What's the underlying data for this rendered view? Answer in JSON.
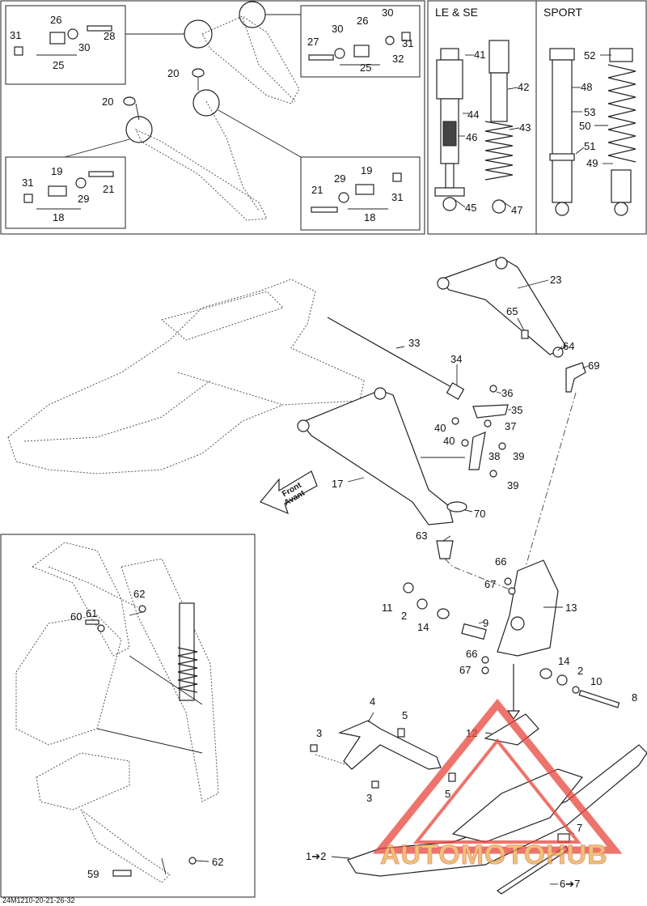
{
  "sections": {
    "le_se": "LE & SE",
    "sport": "SPORT"
  },
  "front_arrow": {
    "line1": "Front",
    "line2": "Avant"
  },
  "reference": "24M1210-20-21-26-32",
  "watermark": {
    "brand": "AUTOMOTOHUB",
    "accent_color": "#e8463c",
    "gold_color": "#e4b04a"
  },
  "callouts": [
    {
      "id": "c31a",
      "text": "31"
    },
    {
      "id": "c26a",
      "text": "26"
    },
    {
      "id": "c28",
      "text": "28"
    },
    {
      "id": "c30a",
      "text": "30"
    },
    {
      "id": "c25a",
      "text": "25"
    },
    {
      "id": "c26b",
      "text": "26"
    },
    {
      "id": "c30b",
      "text": "30"
    },
    {
      "id": "c27",
      "text": "27"
    },
    {
      "id": "c30c",
      "text": "30"
    },
    {
      "id": "c31b",
      "text": "31"
    },
    {
      "id": "c32",
      "text": "32"
    },
    {
      "id": "c25b",
      "text": "25"
    },
    {
      "id": "c20a",
      "text": "20"
    },
    {
      "id": "c20b",
      "text": "20"
    },
    {
      "id": "c31c",
      "text": "31"
    },
    {
      "id": "c19a",
      "text": "19"
    },
    {
      "id": "c21a",
      "text": "21"
    },
    {
      "id": "c29a",
      "text": "29"
    },
    {
      "id": "c18a",
      "text": "18"
    },
    {
      "id": "c29b",
      "text": "29"
    },
    {
      "id": "c19b",
      "text": "19"
    },
    {
      "id": "c21b",
      "text": "21"
    },
    {
      "id": "c31d",
      "text": "31"
    },
    {
      "id": "c18b",
      "text": "18"
    },
    {
      "id": "c41",
      "text": "41"
    },
    {
      "id": "c42",
      "text": "42"
    },
    {
      "id": "c44",
      "text": "44"
    },
    {
      "id": "c43",
      "text": "43"
    },
    {
      "id": "c46",
      "text": "46"
    },
    {
      "id": "c45",
      "text": "45"
    },
    {
      "id": "c47",
      "text": "47"
    },
    {
      "id": "c52",
      "text": "52"
    },
    {
      "id": "c48",
      "text": "48"
    },
    {
      "id": "c53",
      "text": "53"
    },
    {
      "id": "c50",
      "text": "50"
    },
    {
      "id": "c51",
      "text": "51"
    },
    {
      "id": "c49",
      "text": "49"
    },
    {
      "id": "c23",
      "text": "23"
    },
    {
      "id": "c65",
      "text": "65"
    },
    {
      "id": "c64",
      "text": "64"
    },
    {
      "id": "c69",
      "text": "69"
    },
    {
      "id": "c33",
      "text": "33"
    },
    {
      "id": "c34",
      "text": "34"
    },
    {
      "id": "c36",
      "text": "36"
    },
    {
      "id": "c35",
      "text": "35"
    },
    {
      "id": "c40a",
      "text": "40"
    },
    {
      "id": "c37",
      "text": "37"
    },
    {
      "id": "c40b",
      "text": "40"
    },
    {
      "id": "c38",
      "text": "38"
    },
    {
      "id": "c39a",
      "text": "39"
    },
    {
      "id": "c39b",
      "text": "39"
    },
    {
      "id": "c17",
      "text": "17"
    },
    {
      "id": "c70",
      "text": "70"
    },
    {
      "id": "c63",
      "text": "63"
    },
    {
      "id": "c66a",
      "text": "66"
    },
    {
      "id": "c67a",
      "text": "67"
    },
    {
      "id": "c13",
      "text": "13"
    },
    {
      "id": "c11",
      "text": "11"
    },
    {
      "id": "c2a",
      "text": "2"
    },
    {
      "id": "c14a",
      "text": "14"
    },
    {
      "id": "c9",
      "text": "9"
    },
    {
      "id": "c66b",
      "text": "66"
    },
    {
      "id": "c67b",
      "text": "67"
    },
    {
      "id": "c14b",
      "text": "14"
    },
    {
      "id": "c2b",
      "text": "2"
    },
    {
      "id": "c10",
      "text": "10"
    },
    {
      "id": "c8",
      "text": "8"
    },
    {
      "id": "c4",
      "text": "4"
    },
    {
      "id": "c5a",
      "text": "5"
    },
    {
      "id": "c3a",
      "text": "3"
    },
    {
      "id": "c12",
      "text": "12"
    },
    {
      "id": "c5b",
      "text": "5"
    },
    {
      "id": "c3b",
      "text": "3"
    },
    {
      "id": "c7",
      "text": "7"
    },
    {
      "id": "c1",
      "text": "1➔2"
    },
    {
      "id": "c6",
      "text": "6➔7"
    },
    {
      "id": "c62a",
      "text": "62"
    },
    {
      "id": "c60",
      "text": "60"
    },
    {
      "id": "c61",
      "text": "61"
    },
    {
      "id": "c59",
      "text": "59"
    },
    {
      "id": "c62b",
      "text": "62"
    }
  ]
}
